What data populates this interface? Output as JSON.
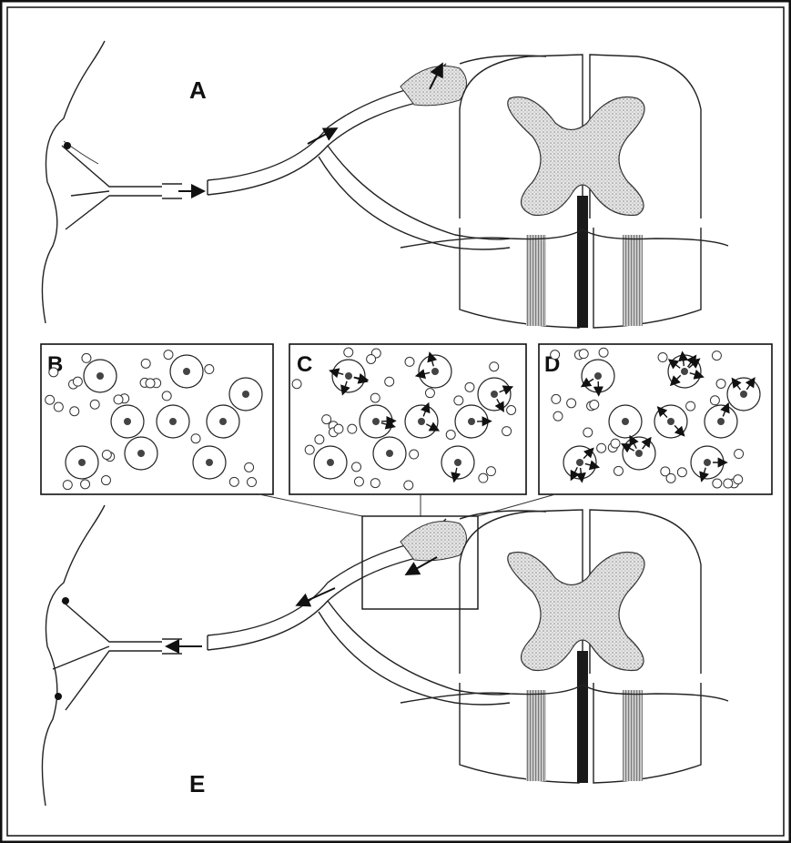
{
  "panels": {
    "a": {
      "label": "A"
    },
    "b": {
      "label": "B"
    },
    "c": {
      "label": "C"
    },
    "d": {
      "label": "D"
    },
    "e": {
      "label": "E"
    }
  },
  "colors": {
    "frame": "#111111",
    "line": "#222222",
    "stipple": "#b8b8b8",
    "dark_band": "#1a1a1a",
    "background": "#ffffff"
  },
  "icons": [
    "arrow-icon",
    "neuron-cell-icon",
    "glial-cell-icon"
  ]
}
